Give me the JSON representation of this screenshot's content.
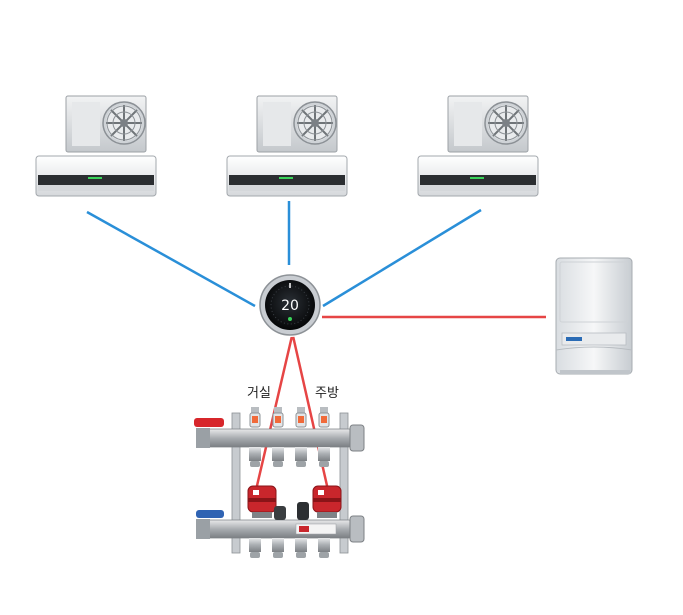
{
  "thermostat": {
    "temperature": "20"
  },
  "zones": [
    {
      "label": "거실"
    },
    {
      "label": "주방"
    }
  ],
  "colors": {
    "ac_link": "#2a8fd8",
    "heat_link": "#e64545",
    "thermostat_ring": "#c9cdd2",
    "actuator": "#c9262c",
    "valve_red": "#d7262b",
    "valve_blue": "#2f63b3"
  },
  "devices": {
    "ac_units": 3,
    "boiler": 1,
    "manifold_actuators": 2
  }
}
